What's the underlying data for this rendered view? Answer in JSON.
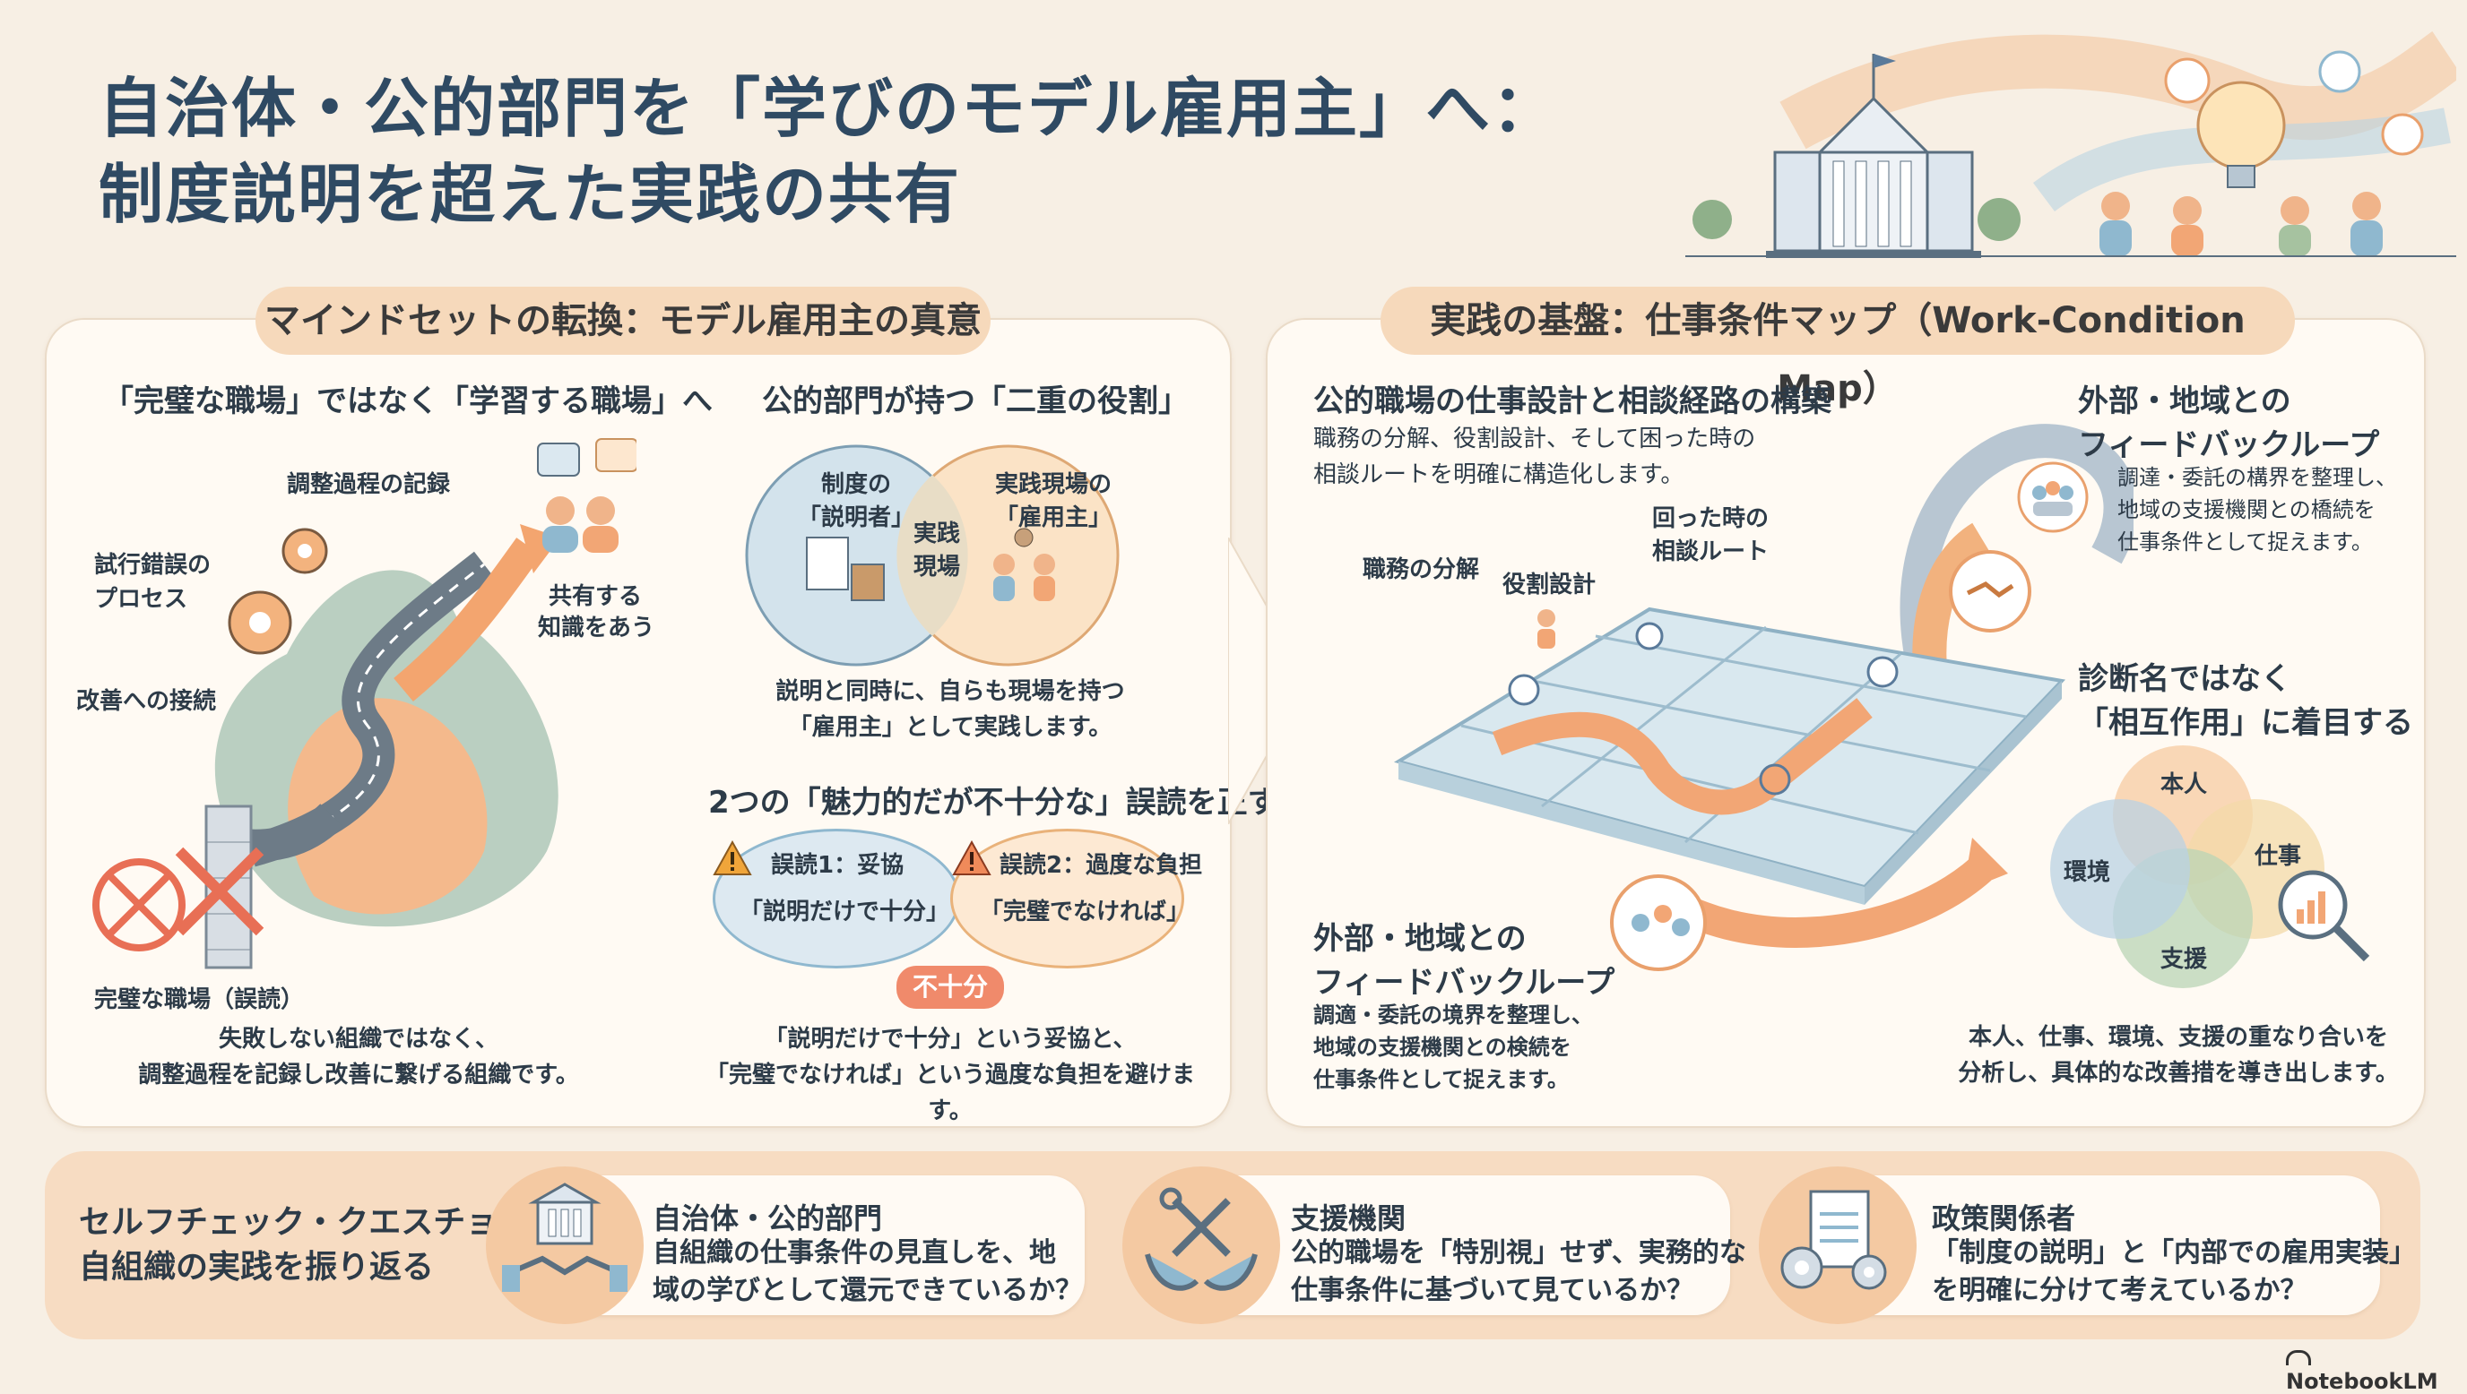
{
  "header": {
    "title_line1": "自治体・公的部門を「学びのモデル雇用主」へ：",
    "title_line2": "制度説明を超えた実践の共有"
  },
  "left_panel": {
    "pill": "マインドセットの転換：モデル雇用主の真意",
    "col1": {
      "heading": "「完璧な職場」ではなく「学習する職場」へ",
      "labels": {
        "record": "調整過程の記録",
        "trial_line1": "試行錯誤の",
        "trial_line2": "プロセス",
        "improve": "改善への接続",
        "share_line1": "共有する",
        "share_line2": "知識をあう",
        "perfect": "完璧な職場（誤読）"
      },
      "caption_line1": "失敗しない組織ではなく、",
      "caption_line2": "調整過程を記録し改善に繋げる組織です。"
    },
    "col2": {
      "heading": "公的部門が持つ「二重の役割」",
      "venn_left_line1": "制度の",
      "venn_left_line2": "「説明者」",
      "venn_right_line1": "実践現場の",
      "venn_right_line2": "「雇用主」",
      "venn_mid_line1": "実践",
      "venn_mid_line2": "現場",
      "caption_line1": "説明と同時に、自らも現場を持つ",
      "caption_line2": "「雇用主」として実践します。",
      "misread_heading": "2つの「魅力的だが不十分な」誤読を正す",
      "misread1_label": "誤読1：妥協",
      "misread1_quote": "「説明だけで十分」",
      "misread2_label": "誤読2：過度な負担",
      "misread2_quote": "「完璧でなければ」",
      "tag": "不十分",
      "caption2_line1": "「説明だけで十分」という妥協と、",
      "caption2_line2": "「完璧でなければ」という過度な負担を避けます。"
    }
  },
  "right_panel": {
    "pill": "実践の基盤：仕事条件マップ（Work-Condition Map）",
    "main_heading": "公的職場の仕事設計と相談経路の構築",
    "main_text_line1": "職務の分解、役割設計、そして困った時の",
    "main_text_line2": "相談ルートを明確に構造化します。",
    "map_labels": {
      "decompose": "職務の分解",
      "role": "役割設計",
      "route_line1": "回った時の",
      "route_line2": "相談ルート"
    },
    "feedback_top": {
      "title_line1": "外部・地域との",
      "title_line2": "フィードバックループ",
      "text_line1": "調達・委託の構界を整理し、",
      "text_line2": "地域の支援機関との橋続を",
      "text_line3": "仕事条件として捉えます。"
    },
    "feedback_bottom": {
      "title_line1": "外部・地域との",
      "title_line2": "フィードバックループ",
      "text_line1": "調適・委託の境界を整理し、",
      "text_line2": "地域の支援機関との検続を",
      "text_line3": "仕事条件として捉えます。"
    },
    "interaction": {
      "title_line1": "診断名ではなく",
      "title_line2": "「相互作用」に着目する",
      "circles": [
        "本人",
        "仕事",
        "支援",
        "環境"
      ],
      "text_line1": "本人、仕事、環境、支援の重なり合いを",
      "text_line2": "分析し、具体的な改善措を導き出します。"
    }
  },
  "bottom": {
    "question_line1": "セルフチェック・クエスチョン：",
    "question_line2": "自組織の実践を振り返る",
    "cards": [
      {
        "title": "自治体・公的部門",
        "line1": "自組織の仕事条件の見直しを、地",
        "line2": "域の学びとして還元できているか？"
      },
      {
        "title": "支援機関",
        "line1": "公的職場を「特別視」せず、実務的な",
        "line2": "仕事条件に基づいて見ているか？"
      },
      {
        "title": "政策関係者",
        "line1": "「制度の説明」と「内部での雇用実装」",
        "line2": "を明確に分けて考えているか？"
      }
    ]
  },
  "brand": "NotebookLM",
  "colors": {
    "background": "#f7efe4",
    "title": "#2f4a63",
    "pill": "#f6d9bb",
    "accent_orange": "#f0a36b",
    "accent_blue": "#8fb8cf",
    "tag_red": "#f08a6b"
  }
}
